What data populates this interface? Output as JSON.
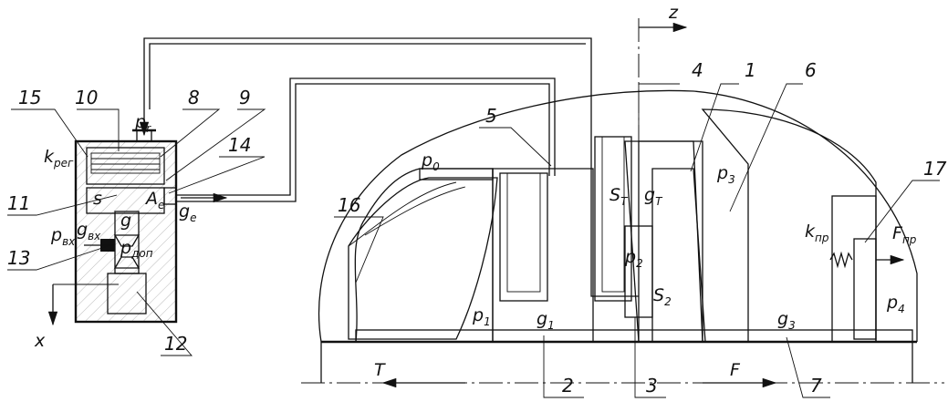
{
  "numbers": {
    "n1": "1",
    "n2": "2",
    "n3": "3",
    "n4": "4",
    "n5": "5",
    "n6": "6",
    "n7": "7",
    "n8": "8",
    "n9": "9",
    "n10": "10",
    "n11": "11",
    "n12": "12",
    "n13": "13",
    "n14": "14",
    "n15": "15",
    "n16": "16",
    "n17": "17"
  },
  "symbols": {
    "z": "z",
    "x": "x",
    "T": "T",
    "F": "F",
    "p0": "p",
    "p0_sub": "0",
    "p1": "p",
    "p1_sub": "1",
    "p2": "p",
    "p2_sub": "2",
    "p3": "p",
    "p3_sub": "3",
    "p4": "p",
    "p4_sub": "4",
    "pr": "p",
    "pr_sub": "r",
    "ST": "S",
    "ST_sub": "T",
    "gT": "g",
    "gT_sub": "T",
    "S2": "S",
    "S2_sub": "2",
    "g1": "g",
    "g1_sub": "1",
    "g3": "g",
    "g3_sub": "3",
    "kpr": "k",
    "kpr_sub": "пр",
    "Fpr": "F",
    "Fpr_sub": "пр",
    "kreg": "k",
    "kreg_sub": "рег",
    "s": "s",
    "Ae": "A",
    "Ae_sub": "e",
    "ge": "g",
    "ge_sub": "e",
    "g": "g",
    "pvx": "p",
    "pvx_sub": "вх",
    "gvx": "g",
    "gvx_sub": "вх",
    "pdop": "p",
    "pdop_sub": "доп"
  }
}
